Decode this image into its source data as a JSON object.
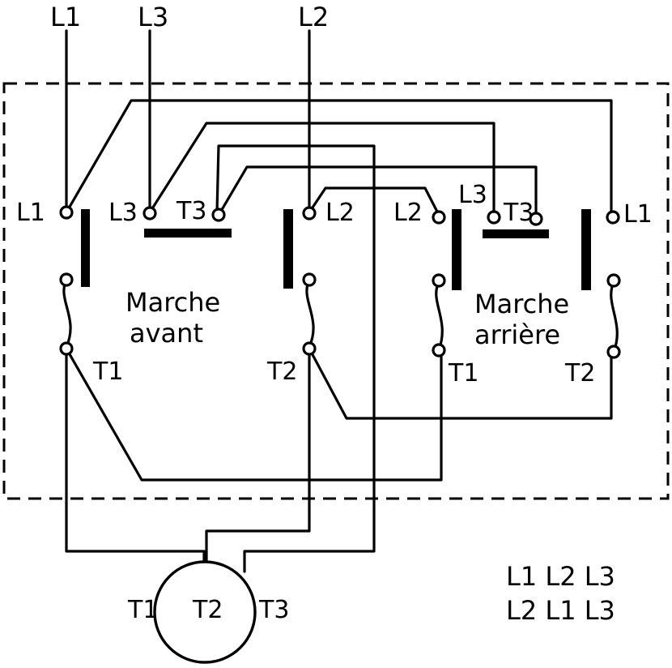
{
  "supply": {
    "l1": "L1",
    "l3": "L3",
    "l2": "L2"
  },
  "forward": {
    "title_line1": "Marche",
    "title_line2": "avant",
    "in_l1": "L1",
    "in_l3": "L3",
    "in_t3": "T3",
    "in_l2": "L2",
    "out_t1": "T1",
    "out_t2": "T2"
  },
  "reverse": {
    "title_line1": "Marche",
    "title_line2": "arrière",
    "in_l2": "L2",
    "in_l3": "L3",
    "in_t3": "T3",
    "in_l1": "L1",
    "out_t1": "T1",
    "out_t2": "T2"
  },
  "motor": {
    "t1": "T1",
    "t2": "T2",
    "t3": "T3"
  },
  "phase_order": {
    "row1": "L1 L2 L3",
    "row2": "L2 L1 L3"
  }
}
